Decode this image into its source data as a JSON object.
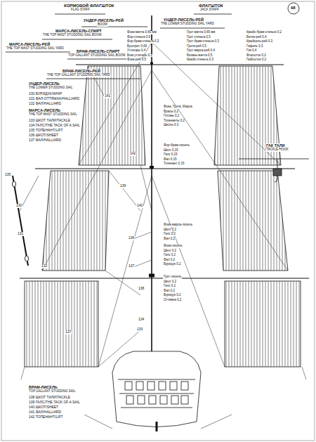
{
  "diagram": {
    "labels": [
      "КОРМОВОЙ ФЛАГШТОК",
      "FLAG STAFF",
      "ФЛАГШТОК",
      "JACK STAFF",
      "98",
      "УНДЕР-ЛИСЕЛЬ-РЕЙ",
      "BOOM",
      "МАРСА-ЛИСЕЛЬ-СПИРТ",
      "THE TOP MAST STUDDING SAIL BOOM",
      "МАРСА-ЛИСЕЛЬ-РЕЙ",
      "THE TOP MAST STUDDING SAIL YARD",
      "БРАМ-ЛИСЕЛЬ-СПИРТ",
      "TOP GALLANT STUDDING SAIL BOOM",
      "БРАМ-ЛИСЕЛЬ-РЕЙ",
      "THE TOP GALLANT STUDDING SAIL YARD",
      "УНДЕР-ЛИСЕЛЬ-РЕЙ",
      "THE LOWER STUDDING SAIL YARD",
      "УНДЕР-ЛИСЕЛЬ",
      "THE LOWER STUDDING SAIL",
      "130 БУРИДУК/WHIP",
      "131 ФАЛ-ОТТЯЖКА/HALLIARD",
      "132 ФАЛ/HALLIARD",
      "МАРСА-ЛИСЕЛЬ",
      "THE TOP MAST STUDDING SAIL",
      "133 ШКОТ ТАЛИ/TACKLE",
      "134 ГАЛС/THE TACK OF A SAIL",
      "135 ТОПЕНАНТ/LIFT",
      "136 ШКОТ/SHEET",
      "137 ФАЛ/HALLIARD",
      "БРАМ-ЛИСЕЛЬ",
      "TOP GALLANT STUDDING SAIL",
      "138 ШКОТ ТАЛИ/TACKLE",
      "139 ГАЛС/THE TACK OF A SAIL",
      "140 ШКОТ/SHEET",
      "141 ФАЛ/HALLIARD",
      "142 ТОПЕНАНТ/LIFT",
      "ГАК ТАЛИ",
      "TACKLE HOOK",
      "Фока-мачта 0,65 мм",
      "Фор-стеньга 0,5",
      "Фор-брам-стеньга 0,3",
      "Бушприт 0,65",
      "Утлегарь 0,4",
      "Бом-утлегарь 0,3",
      "Фока-рей 0,5",
      "Грот-мачта 0,65 мм",
      "Грот-стеньга 0,5",
      "Грот-брам-стеньга 0,3",
      "Грота-рей 0,5",
      "Грот-марса-рей 0,4",
      "Бизань-мачта 0,5",
      "Крюйс-стеньга 0,3",
      "Крюйс-брам-стеньга 0,2",
      "Бегин-рей 0,4",
      "Крюйсель-рей 0,3",
      "Гафель 0,3",
      "Гик 0,4",
      "Флагшток 0,2",
      "Гюйсшток 0,2",
      "Фока, Грота, Марса",
      "Брасы 0,2",
      "Гитовы 0,2",
      "Топенанты 0,2",
      "Шкоты 0,3",
      "Фор-брам-лисель",
      "Шкот 0,15",
      "Галс 0,15",
      "Фал 0,15",
      "Топенант 0,15",
      "Фока-марса-лисель",
      "Шкот 0,2",
      "Галс 0,2",
      "Фал 0,2",
      "Фока-лисель",
      "Шкот 0,2",
      "Галс 0,2",
      "Фал 0,2",
      "Буридук 0,2",
      "Грот-лисель",
      "Шкот 0,2",
      "Галс 0,2",
      "Фал 0,2",
      "Буридук 0,2",
      "Оттяжка 0,2",
      "141",
      "142",
      "139",
      "140",
      "136",
      "137",
      "135",
      "130",
      "131",
      "132",
      "138",
      "134",
      "133",
      "137"
    ]
  }
}
